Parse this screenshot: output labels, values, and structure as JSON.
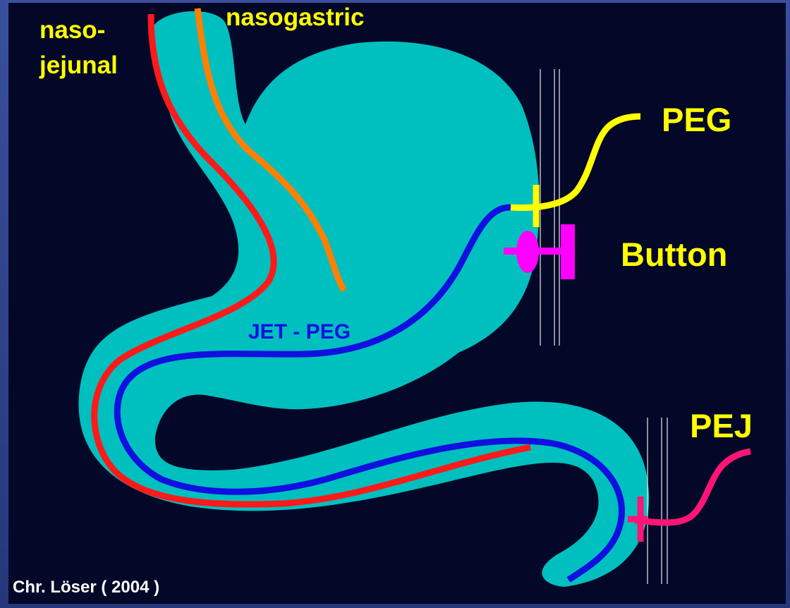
{
  "labels": {
    "naso_line1": "naso-",
    "naso_line2": "jejunal",
    "nasogastric": "nasogastric",
    "peg": "PEG",
    "button": "Button",
    "jet_peg": "JET - PEG",
    "pej": "PEJ",
    "credit": "Chr. Löser ( 2004 )"
  },
  "colors": {
    "background_panel": "#030828",
    "frame": "#2c3f8a",
    "organ": "#00bfbf",
    "nasojejunal_tube": "#ff1a1a",
    "nasogastric_tube": "#ff8000",
    "jet_peg_tube": "#1010e0",
    "peg_tube": "#ffff00",
    "button_device": "#ff00ff",
    "pej_tube": "#ff1477",
    "label_text": "#ffff00",
    "credit_text": "#ffffff",
    "wall_lines": "#e8e8e8"
  }
}
